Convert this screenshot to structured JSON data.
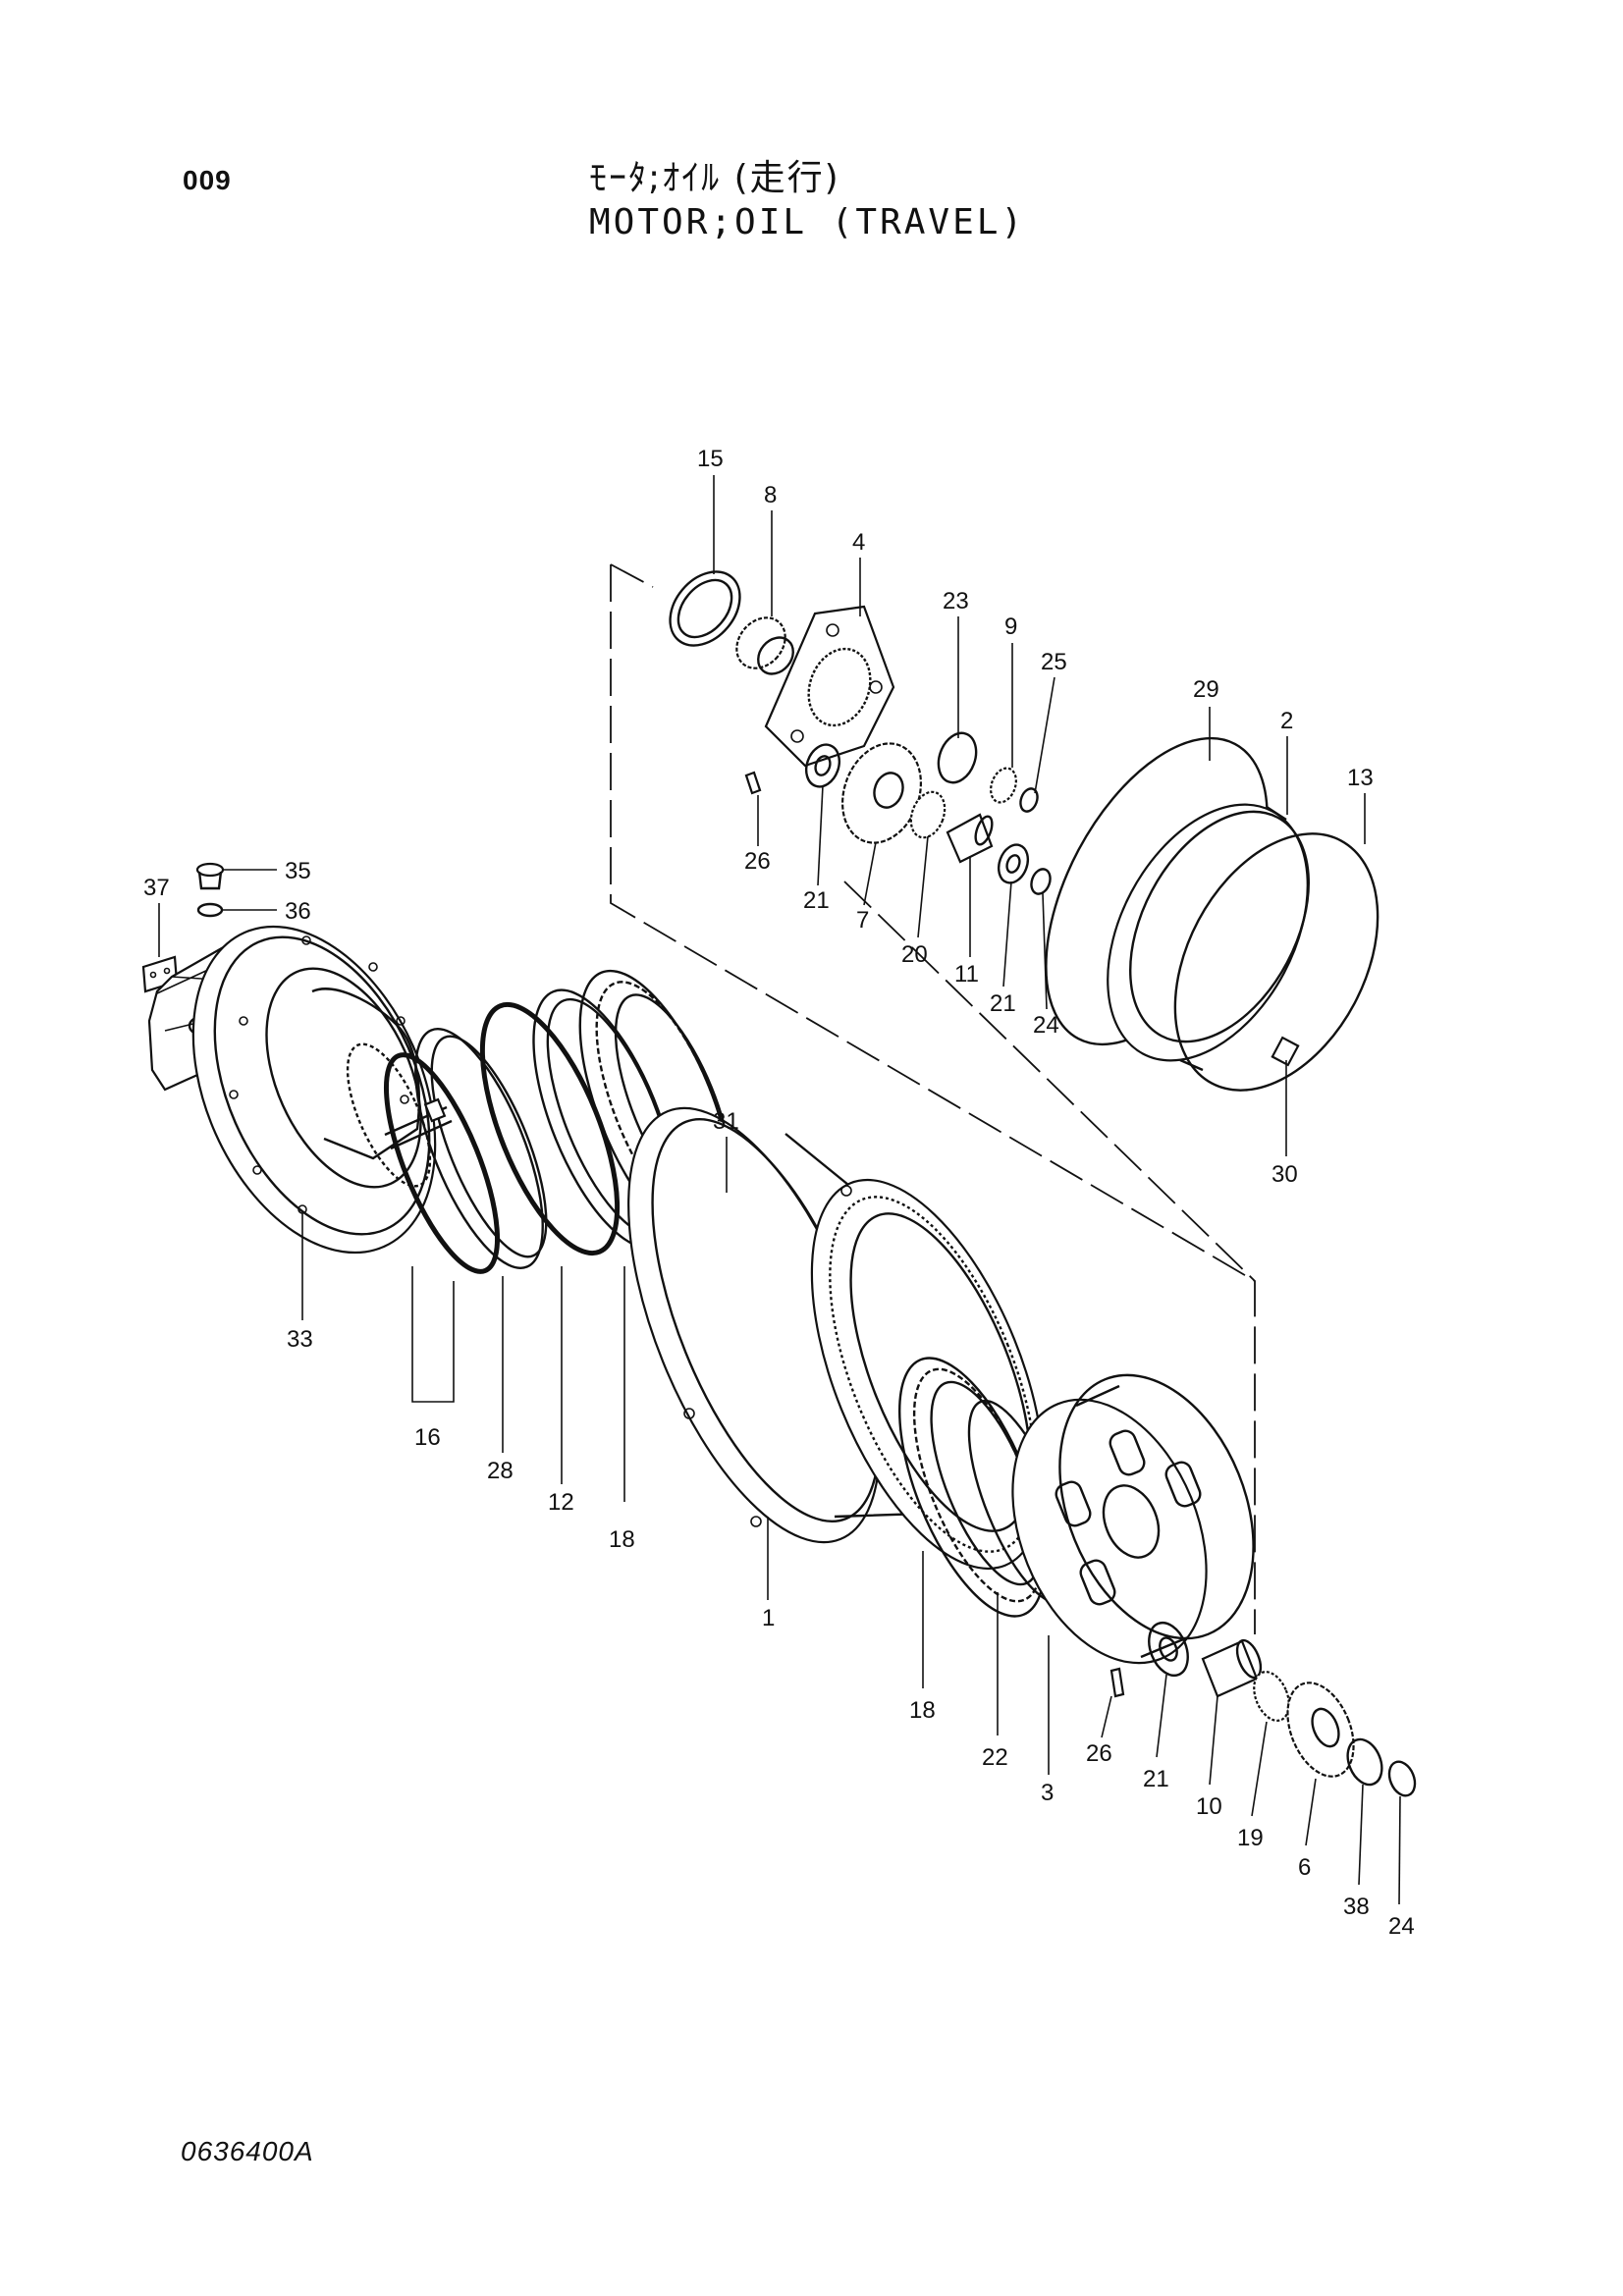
{
  "header": {
    "page_number": "009",
    "title_jp": "ﾓｰﾀ;ｵｲﾙ (走行)",
    "title_en": "MOTOR;OIL (TRAVEL)"
  },
  "footer": {
    "drawing_code": "0636400A"
  },
  "callouts": [
    {
      "id": "c15",
      "label": "15"
    },
    {
      "id": "c8",
      "label": "8"
    },
    {
      "id": "c4",
      "label": "4"
    },
    {
      "id": "c23",
      "label": "23"
    },
    {
      "id": "c9",
      "label": "9"
    },
    {
      "id": "c25",
      "label": "25"
    },
    {
      "id": "c29",
      "label": "29"
    },
    {
      "id": "c2",
      "label": "2"
    },
    {
      "id": "c13",
      "label": "13"
    },
    {
      "id": "c26a",
      "label": "26"
    },
    {
      "id": "c21a",
      "label": "21"
    },
    {
      "id": "c7",
      "label": "7"
    },
    {
      "id": "c20",
      "label": "20"
    },
    {
      "id": "c11",
      "label": "11"
    },
    {
      "id": "c21b",
      "label": "21"
    },
    {
      "id": "c24a",
      "label": "24"
    },
    {
      "id": "c30",
      "label": "30"
    },
    {
      "id": "c35",
      "label": "35"
    },
    {
      "id": "c36",
      "label": "36"
    },
    {
      "id": "c37",
      "label": "37"
    },
    {
      "id": "c31",
      "label": "31"
    },
    {
      "id": "c33",
      "label": "33"
    },
    {
      "id": "c16",
      "label": "16"
    },
    {
      "id": "c28",
      "label": "28"
    },
    {
      "id": "c12",
      "label": "12"
    },
    {
      "id": "c18a",
      "label": "18"
    },
    {
      "id": "c1",
      "label": "1"
    },
    {
      "id": "c18b",
      "label": "18"
    },
    {
      "id": "c22",
      "label": "22"
    },
    {
      "id": "c3",
      "label": "3"
    },
    {
      "id": "c26b",
      "label": "26"
    },
    {
      "id": "c21c",
      "label": "21"
    },
    {
      "id": "c10",
      "label": "10"
    },
    {
      "id": "c19",
      "label": "19"
    },
    {
      "id": "c6",
      "label": "6"
    },
    {
      "id": "c38",
      "label": "38"
    },
    {
      "id": "c24b",
      "label": "24"
    }
  ]
}
